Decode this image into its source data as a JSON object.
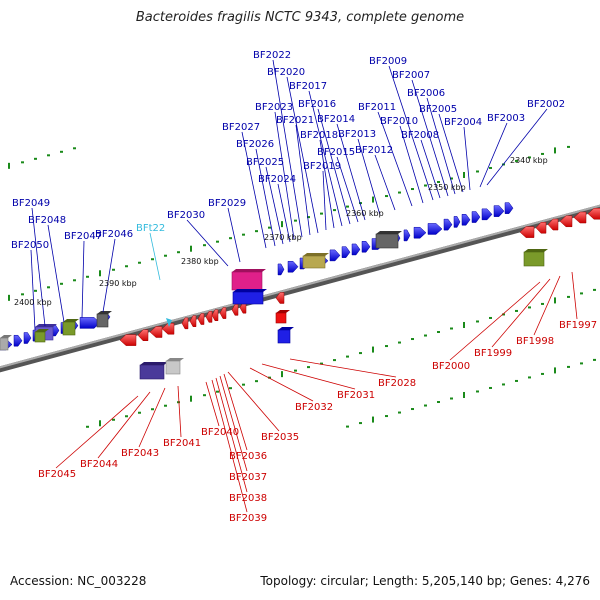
{
  "title": "Bacteroides fragilis NCTC 9343, complete genome",
  "footer": {
    "accession": "Accession: NC_003228",
    "topology": "Topology: circular; Length: 5,205,140 bp; Genes: 4,276"
  },
  "colors": {
    "forward_gene": "#1f1fe6",
    "reverse_gene": "#ee1111",
    "forward_label": "#0000aa",
    "reverse_label": "#cc0000",
    "trna_label": "#33bbdd",
    "backbone": "#777777",
    "tick": "#1a8a1a"
  },
  "kbp_labels": [
    "2340 kbp",
    "2350 kbp",
    "2360 kbp",
    "2370 kbp",
    "2380 kbp",
    "2390 kbp",
    "2400 kbp"
  ],
  "forward_labels": [
    "BF2002",
    "BF2003",
    "BF2004",
    "BF2005",
    "BF2006",
    "BF2007",
    "BF2008",
    "BF2009",
    "BF2010",
    "BF2011",
    "BF2012",
    "BF2013",
    "BF2014",
    "BF2015",
    "BF2016",
    "BF2017",
    "BF2018",
    "BF2019",
    "BF2020",
    "BF2021",
    "BF2022",
    "BF2023",
    "BF2024",
    "BF2025",
    "BF2026",
    "BF2027",
    "BF2029",
    "BF2030",
    "BF2046",
    "BF2047",
    "BF2048",
    "BF2049",
    "BF2050"
  ],
  "trna_labels": [
    "BFt22"
  ],
  "reverse_labels": [
    "BF1997",
    "BF1998",
    "BF1999",
    "BF2000",
    "BF2028",
    "BF2031",
    "BF2032",
    "BF2035",
    "BF2036",
    "BF2037",
    "BF2038",
    "BF2039",
    "BF2040",
    "BF2041",
    "BF2043",
    "BF2044",
    "BF2045"
  ]
}
